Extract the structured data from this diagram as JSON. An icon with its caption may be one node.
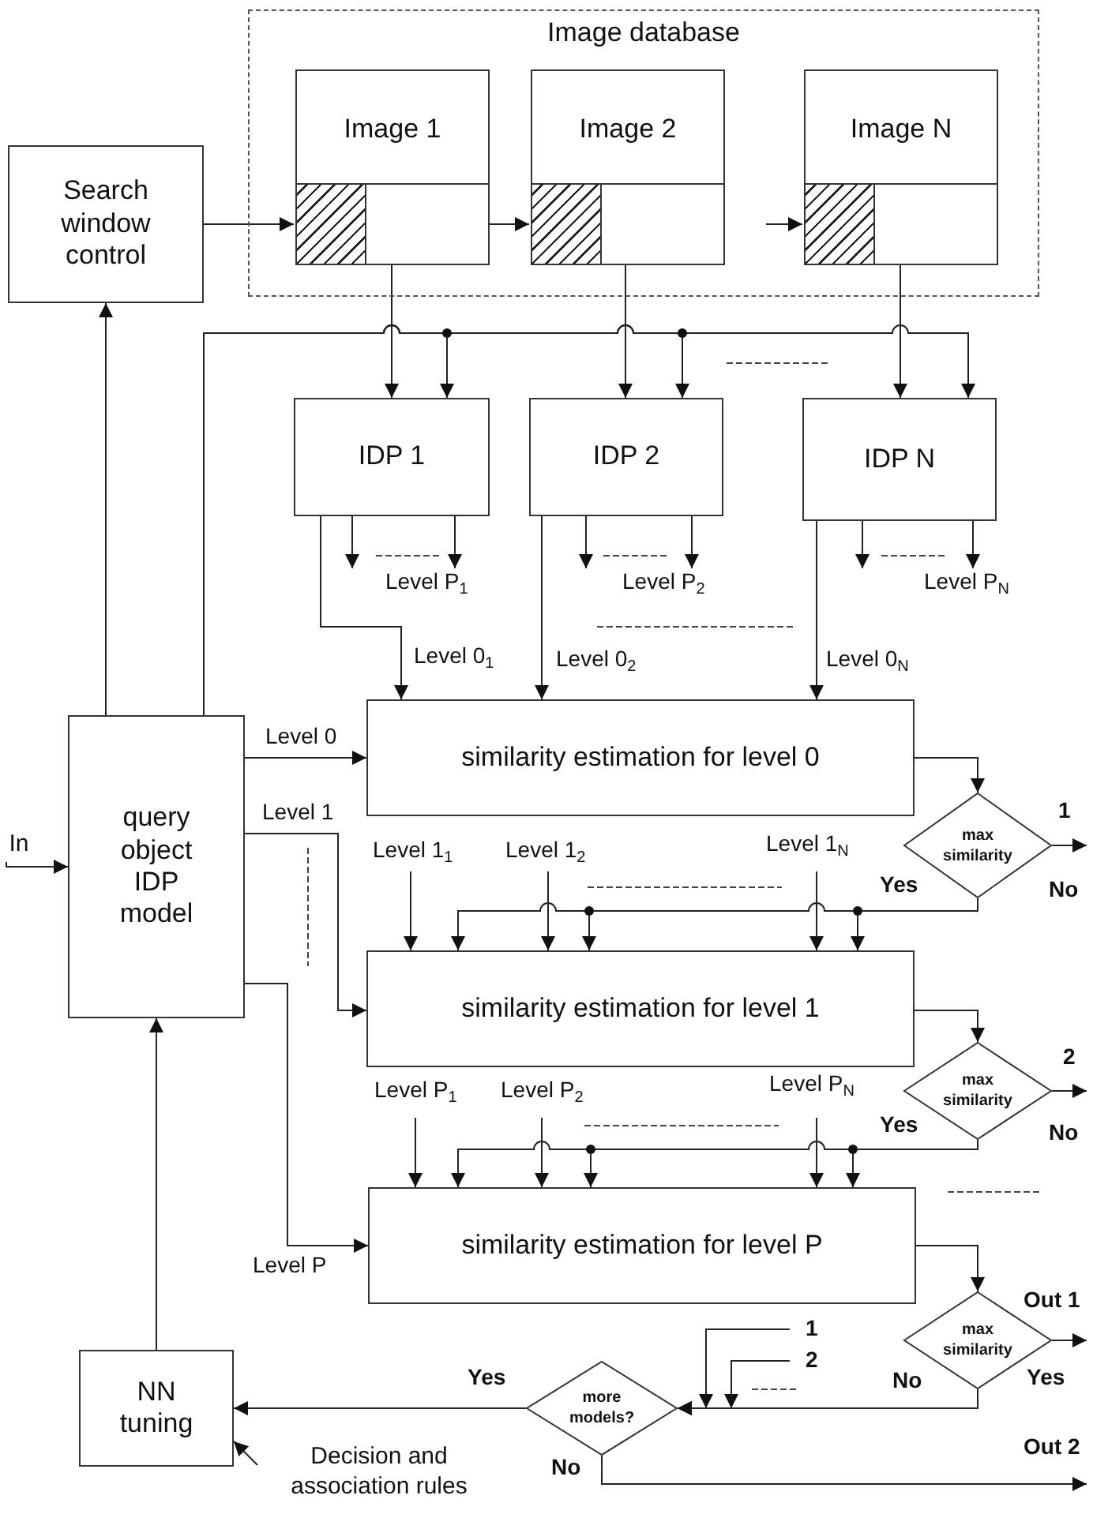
{
  "diagram": {
    "nodes": [
      {
        "text": [
          "Image database"
        ]
      },
      {
        "text": [
          "Image 1"
        ],
        "in": 0
      },
      {
        "text": [
          "Image 2"
        ],
        "in": 0
      },
      {
        "text": [
          "Image N"
        ],
        "in": 0
      },
      {
        "text": [
          "Search window control"
        ]
      },
      {
        "text": [
          "IDP 1"
        ]
      },
      {
        "text": [
          "IDP 2"
        ]
      },
      {
        "text": [
          "IDP N"
        ]
      },
      {
        "text": [
          "query object IDP model"
        ]
      },
      {
        "text": [
          "In"
        ]
      },
      {
        "text": [
          "similarity estimation for level  0"
        ]
      },
      {
        "text": [
          "similarity estimation for level  1"
        ]
      },
      {
        "text": [
          "similarity estimation for level  P"
        ]
      },
      {
        "text": [
          "max similarity"
        ]
      },
      {
        "text": [
          "max similarity"
        ]
      },
      {
        "text": [
          "max similarity"
        ]
      },
      {
        "text": [
          "more models?"
        ]
      },
      {
        "text": [
          "NN tuning"
        ]
      },
      {
        "text": [
          "Decision and association rules"
        ]
      }
    ],
    "edges": [
      {
        "from": 4,
        "to": 1,
        "arrow": "to"
      },
      {
        "from": 1,
        "to": 2,
        "arrow": "to"
      },
      {
        "from": null,
        "to": 3,
        "arrow": "to"
      },
      {
        "from": 1,
        "to": 5,
        "arrow": "to"
      },
      {
        "from": 2,
        "to": 6,
        "arrow": "to"
      },
      {
        "from": 3,
        "to": 7,
        "arrow": "to"
      },
      {
        "from": 8,
        "to": 5,
        "arrow": "to"
      },
      {
        "from": 8,
        "to": 6,
        "arrow": "to"
      },
      {
        "from": 8,
        "to": 7,
        "arrow": "to"
      },
      {
        "from": 8,
        "to": 4,
        "arrow": "to"
      },
      {
        "from": 5,
        "to": null,
        "arrow": "to"
      },
      {
        "from": 5,
        "to": null,
        "arrow": "to",
        "label": "Level P$_{1}$"
      },
      {
        "from": 6,
        "to": null,
        "arrow": "to"
      },
      {
        "from": 6,
        "to": null,
        "arrow": "to",
        "label": "Level P$_{2}$"
      },
      {
        "from": 7,
        "to": null,
        "arrow": "to"
      },
      {
        "from": 7,
        "to": null,
        "arrow": "to",
        "label": "Level P$_{N}$"
      },
      {
        "from": 5,
        "to": 10,
        "arrow": "to",
        "label": "Level 0$_{1}$"
      },
      {
        "from": 6,
        "to": 10,
        "arrow": "to",
        "label": "Level 0$_{2}$"
      },
      {
        "from": 7,
        "to": 10,
        "arrow": "to",
        "label": "Level 0$_{N}$"
      },
      {
        "from": 9,
        "to": 8,
        "arrow": "to"
      },
      {
        "from": 8,
        "to": 10,
        "arrow": "to",
        "label": "Level 0"
      },
      {
        "from": 8,
        "to": 11,
        "arrow": "to",
        "label": "Level 1"
      },
      {
        "from": 8,
        "to": 12,
        "arrow": "to",
        "label": "Level P"
      },
      {
        "from": 10,
        "to": 13,
        "arrow": "to"
      },
      {
        "from": 13,
        "to": null,
        "arrow": "to",
        "label": "1"
      },
      {
        "from": 13,
        "to": 11,
        "arrow": "to"
      },
      {
        "from": null,
        "to": 11,
        "arrow": "to",
        "label": "Level 1$_{1}$"
      },
      {
        "from": null,
        "to": 11,
        "arrow": "to",
        "label": "Level 1$_{2}$"
      },
      {
        "from": null,
        "to": 11,
        "arrow": "to",
        "label": "Level 1$_{N}$"
      },
      {
        "from": 11,
        "to": 14,
        "arrow": "to"
      },
      {
        "from": 14,
        "to": null,
        "arrow": "to",
        "label": "2"
      },
      {
        "from": 14,
        "to": 12,
        "arrow": "to"
      },
      {
        "from": null,
        "to": 12,
        "arrow": "to",
        "label": "Level P$_{1}$"
      },
      {
        "from": null,
        "to": 12,
        "arrow": "to",
        "label": "Level P$_{2}$"
      },
      {
        "from": null,
        "to": 12,
        "arrow": "to",
        "label": "Level P$_{N}$"
      },
      {
        "from": 12,
        "to": 15,
        "arrow": "to"
      },
      {
        "from": 15,
        "to": null,
        "arrow": "to",
        "label": "Out 1"
      },
      {
        "from": 15,
        "to": 16,
        "arrow": "to"
      },
      {
        "from": null,
        "to": 16,
        "arrow": "to",
        "label": "1"
      },
      {
        "from": null,
        "to": 16,
        "arrow": "to",
        "label": "2"
      },
      {
        "from": 16,
        "to": 17,
        "arrow": "to",
        "label": "Yes"
      },
      {
        "from": 16,
        "to": null,
        "arrow": "to",
        "label": "Out 2"
      },
      {
        "from": 18,
        "to": 17,
        "arrow": "to"
      },
      {
        "from": 17,
        "to": 8,
        "arrow": "to"
      }
    ],
    "labels": [
      "Yes",
      "No",
      "Yes",
      "No",
      "No",
      "Yes",
      "No"
    ]
  }
}
